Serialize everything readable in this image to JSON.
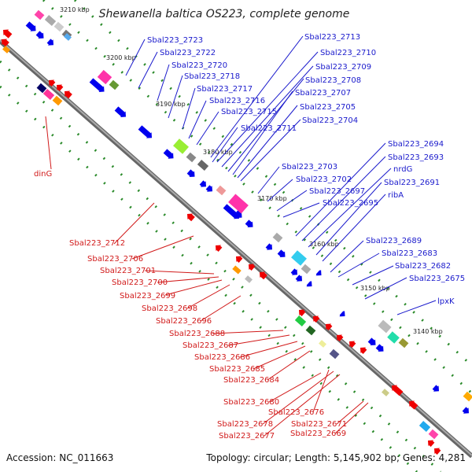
{
  "title": "Shewanella baltica OS223, complete genome",
  "footer": {
    "accession": "Accession: NC_011663",
    "summary": "Topology: circular; Length: 5,145,902 bp; Genes: 4,281"
  },
  "ticks": [
    "3210 kbp",
    "3200 kbp",
    "3190 kbp",
    "3180 kbp",
    "3170 kbp",
    "3160 kbp",
    "3150 kbp",
    "3140 kbp"
  ],
  "labels_top": [
    "Sbal223_2723",
    "Sbal223_2722",
    "Sbal223_2720",
    "Sbal223_2718",
    "Sbal223_2717",
    "Sbal223_2716",
    "Sbal223_2715",
    "Sbal223_2713",
    "Sbal223_2710",
    "Sbal223_2709",
    "Sbal223_2708",
    "Sbal223_2707",
    "Sbal223_2705",
    "Sbal223_2704",
    "Sbal223_2711",
    "Sbal223_2703",
    "Sbal223_2702",
    "Sbal223_2697",
    "Sbal223_2695",
    "Sbal223_2694",
    "Sbal223_2693",
    "nrdG",
    "Sbal223_2691",
    "ribA",
    "Sbal223_2689",
    "Sbal223_2683",
    "Sbal223_2682",
    "Sbal223_2675",
    "lpxK"
  ],
  "labels_bottom": [
    "dinG",
    "Sbal223_2712",
    "Sbal223_2706",
    "Sbal223_2701",
    "Sbal223_2700",
    "Sbal223_2699",
    "Sbal223_2698",
    "Sbal223_2696",
    "Sbal223_2688",
    "Sbal223_2687",
    "Sbal223_2686",
    "Sbal223_2685",
    "Sbal223_2684",
    "Sbal223_2680",
    "Sbal223_2676",
    "Sbal223_2678",
    "Sbal223_2671",
    "Sbal223_2677",
    "Sbal223_2669"
  ],
  "colors": {
    "forward": "#0000ee",
    "reverse": "#ee0000",
    "backbone": "#888888",
    "tick_dots": "#228b22",
    "label_top": "#1a1acc",
    "label_bottom": "#d11a1a"
  }
}
